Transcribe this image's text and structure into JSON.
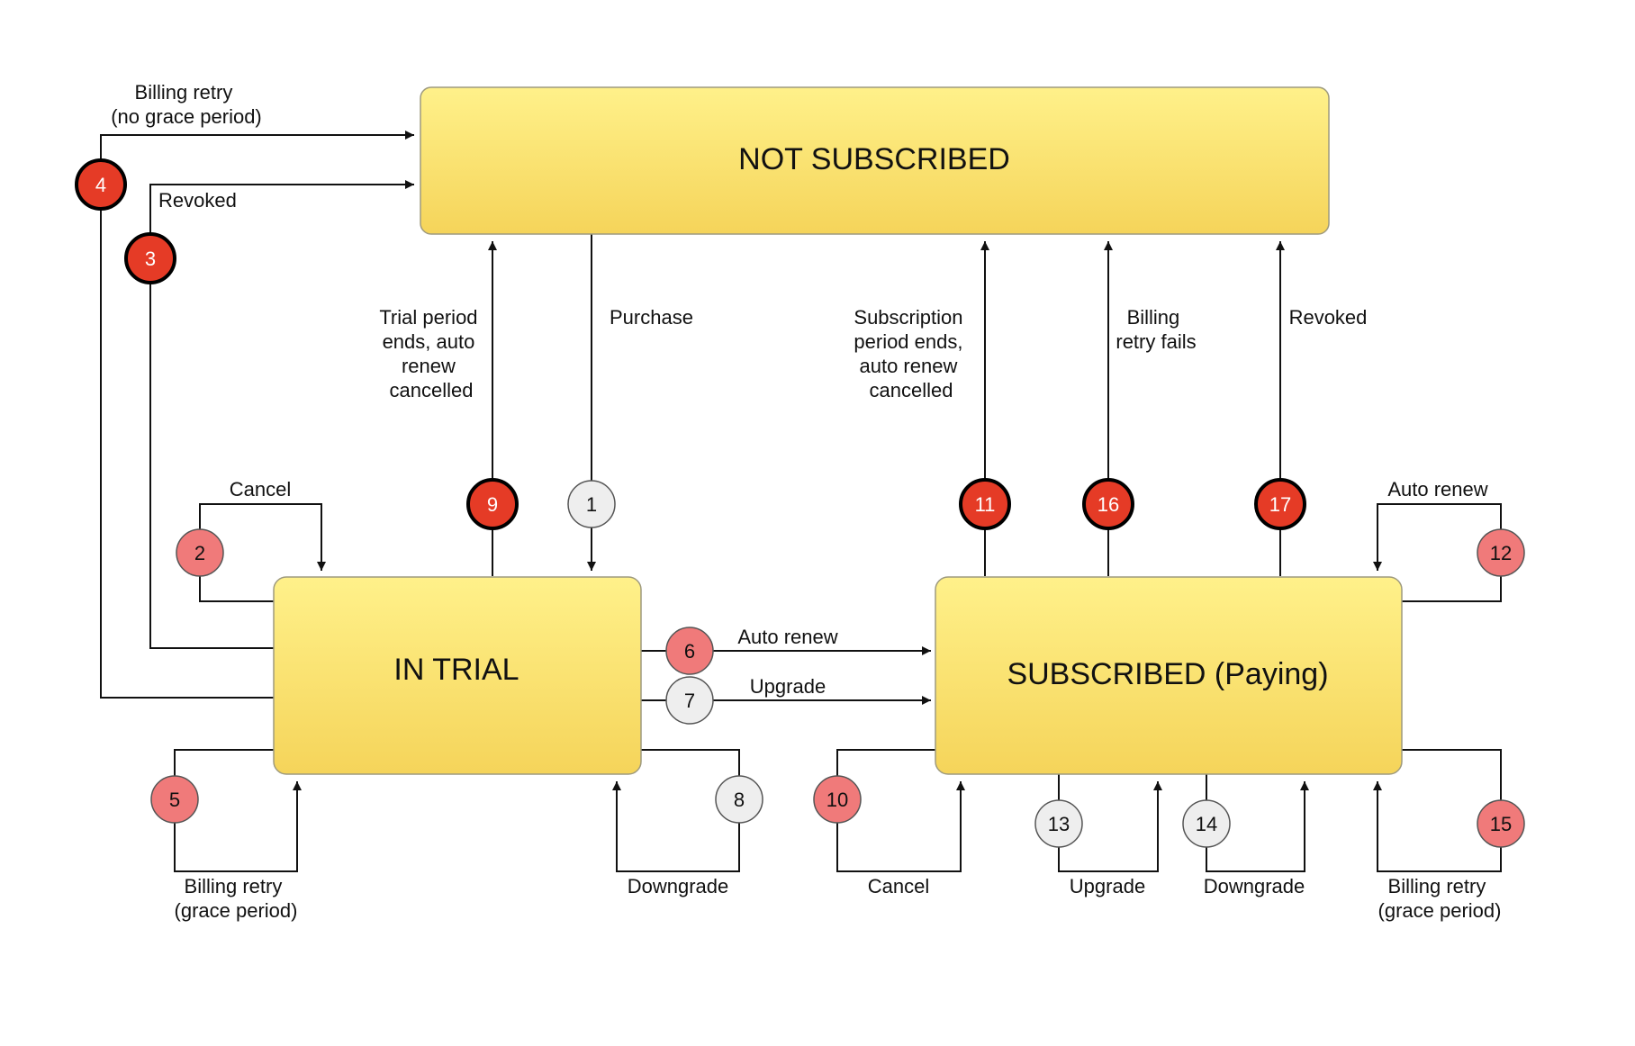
{
  "colors": {
    "state_fill_top": "#FFF18A",
    "state_fill_bottom": "#F5D45A",
    "state_stroke": "#9E9A7E",
    "badge_dark": "#E53B26",
    "badge_light": "#F07A7A",
    "badge_grey": "#EEEEEE"
  },
  "states": {
    "not_subscribed": "NOT SUBSCRIBED",
    "in_trial": "IN TRIAL",
    "subscribed": "SUBSCRIBED (Paying)"
  },
  "badges": {
    "b1": "1",
    "b2": "2",
    "b3": "3",
    "b4": "4",
    "b5": "5",
    "b6": "6",
    "b7": "7",
    "b8": "8",
    "b9": "9",
    "b10": "10",
    "b11": "11",
    "b12": "12",
    "b13": "13",
    "b14": "14",
    "b15": "15",
    "b16": "16",
    "b17": "17"
  },
  "labels": {
    "billing_retry_no_grace": [
      "Billing retry",
      "(no grace period)"
    ],
    "revoked_top": "Revoked",
    "trial_ends": [
      "Trial period",
      "ends, auto",
      "renew",
      "cancelled"
    ],
    "purchase": "Purchase",
    "sub_period_ends": [
      "Subscription",
      "period ends,",
      "auto renew",
      "cancelled"
    ],
    "billing_retry_fails": [
      "Billing",
      "retry fails"
    ],
    "revoked_right": "Revoked",
    "cancel_trial": "Cancel",
    "auto_renew_sub": "Auto renew",
    "auto_renew_transition": "Auto renew",
    "upgrade_transition": "Upgrade",
    "billing_retry_grace_trial": [
      "Billing retry",
      "(grace period)"
    ],
    "downgrade_trial": "Downgrade",
    "cancel_sub": "Cancel",
    "upgrade_sub": "Upgrade",
    "downgrade_sub": "Downgrade",
    "billing_retry_grace_sub": [
      "Billing retry",
      "(grace period)"
    ]
  }
}
